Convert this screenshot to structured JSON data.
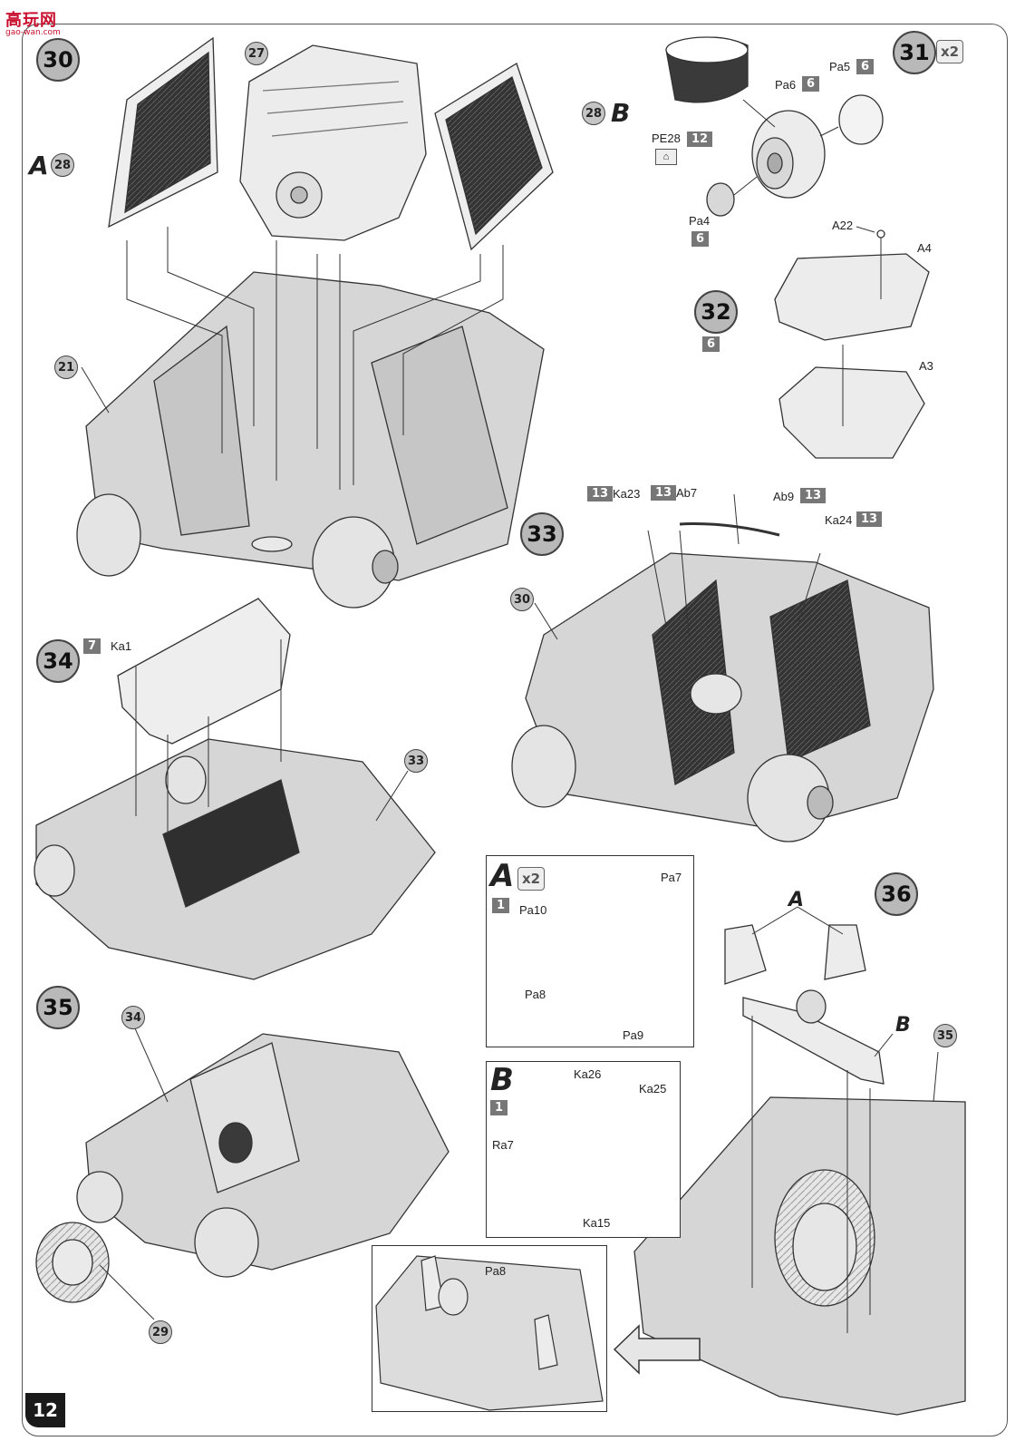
{
  "watermark": {
    "title": "高玩网",
    "url": "gao-wan.com"
  },
  "page_number": "12",
  "steps": {
    "s30": "30",
    "s31": "31",
    "s32": "32",
    "s33": "33",
    "s34": "34",
    "s35": "35",
    "s36": "36"
  },
  "quantities": {
    "s31": "x2",
    "detailA": "x2"
  },
  "refs": {
    "r28a": "28",
    "r27": "27",
    "r28b": "28",
    "r21": "21",
    "r30": "30",
    "r33": "33",
    "r34": "34",
    "r29": "29",
    "r35": "35"
  },
  "subassembly": {
    "a1": "A",
    "b1": "B",
    "a36": "A",
    "b36": "B",
    "detailA": "A",
    "detailB": "B"
  },
  "sprues": {
    "pe28": "12",
    "pa6": "6",
    "pa5": "6",
    "pa4": "6",
    "s32": "6",
    "ka23": "13",
    "ab7": "13",
    "ab9": "13",
    "ka24": "13",
    "ka1": "7",
    "detailA": "1",
    "detailB": "1"
  },
  "parts": {
    "pe28": "PE28",
    "pa6": "Pa6",
    "pa5": "Pa5",
    "pa4": "Pa4",
    "a22": "A22",
    "a4": "A4",
    "a3": "A3",
    "ka23": "Ka23",
    "ab7": "Ab7",
    "ab9": "Ab9",
    "ka24": "Ka24",
    "ka1": "Ka1",
    "pa10": "Pa10",
    "pa7": "Pa7",
    "pa8": "Pa8",
    "pa9": "Pa9",
    "ka26": "Ka26",
    "ka25": "Ka25",
    "ra7": "Ra7",
    "ka15": "Ka15",
    "pa8_inset": "Pa8"
  },
  "colors": {
    "sprue_box": "#777777",
    "model_fill": "#d9d9d9",
    "radiator_core": "#333333",
    "ref_circle": "#c4c4c4"
  }
}
